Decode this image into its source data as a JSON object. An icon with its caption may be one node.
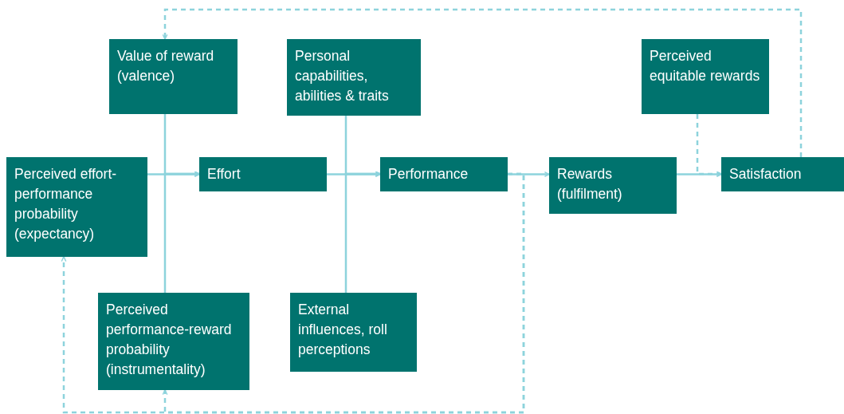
{
  "diagram": {
    "nodes": [
      {
        "text": [
          "Value of reward (valence)"
        ]
      },
      {
        "text": [
          "Personal capabilities, abilities & traits"
        ]
      },
      {
        "text": [
          "Perceived equitable rewards"
        ]
      },
      {
        "text": [
          "Perceived effort-performance probability (expectancy)"
        ]
      },
      {
        "text": [
          "Effort"
        ]
      },
      {
        "text": [
          "Performance"
        ]
      },
      {
        "text": [
          "Rewards (fulfilment)"
        ]
      },
      {
        "text": [
          "Satisfaction"
        ]
      },
      {
        "text": [
          "Perceived performance-reward probability (instrumentality)"
        ]
      },
      {
        "text": [
          "External influences, roll perceptions"
        ]
      }
    ],
    "edges": [
      {
        "from": 0,
        "to": 4,
        "arrow": "to"
      },
      {
        "from": 3,
        "to": 4,
        "arrow": "to"
      },
      {
        "from": 8,
        "to": 4,
        "arrow": "to"
      },
      {
        "from": 4,
        "to": 5,
        "arrow": "to"
      },
      {
        "from": 1,
        "to": 5,
        "arrow": "to"
      },
      {
        "from": 9,
        "to": 5,
        "arrow": "to"
      },
      {
        "from": 5,
        "to": 6,
        "arrow": "to"
      },
      {
        "from": 6,
        "to": 7,
        "arrow": "to"
      },
      {
        "from": 2,
        "to": 7,
        "arrow": "to",
        "style": "dashed"
      },
      {
        "from": 7,
        "to": 0,
        "arrow": "to",
        "style": "dashed"
      },
      {
        "from": 5,
        "to": 3,
        "arrow": "to",
        "style": "dashed"
      },
      {
        "from": 5,
        "to": 8,
        "arrow": "to",
        "style": "dashed"
      }
    ]
  }
}
